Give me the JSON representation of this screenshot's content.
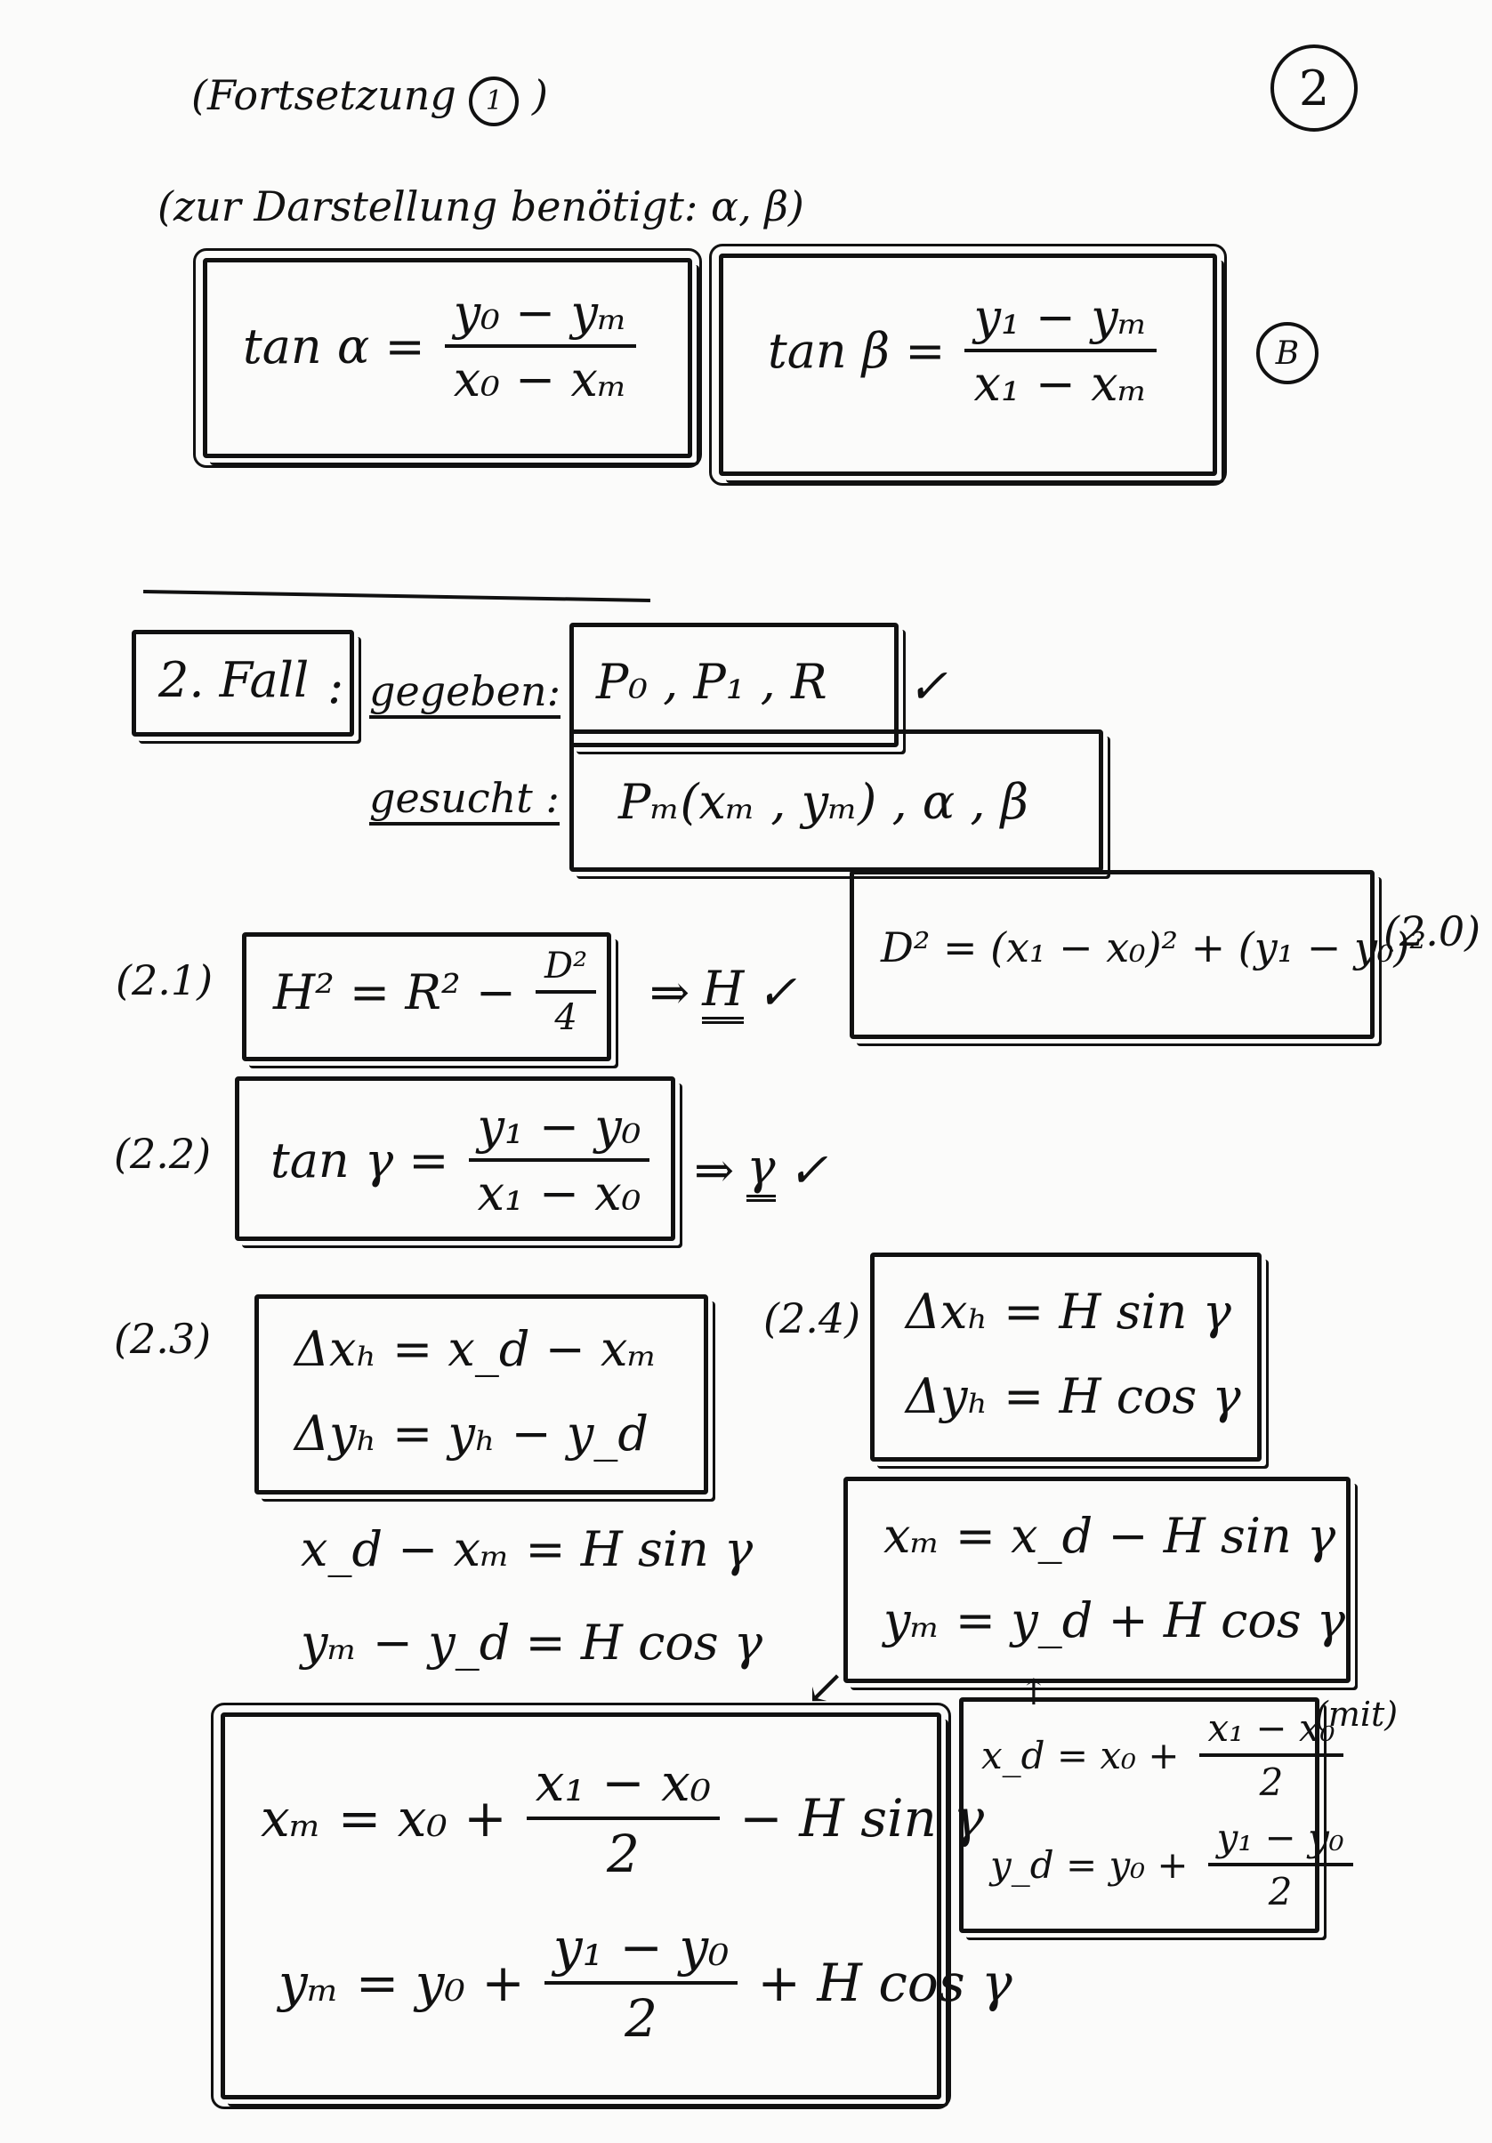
{
  "header": {
    "continuation": "(Fortsetzung",
    "continuation_ref": "1",
    "continuation_close": ")",
    "page_number": "2",
    "note": "(zur Darstellung benötigt: α, β)"
  },
  "eq_B": {
    "tan_alpha_lhs": "tan α =",
    "tan_alpha_num": "y₀ − yₘ",
    "tan_alpha_den": "x₀ − xₘ",
    "tan_beta_lhs": "tan β =",
    "tan_beta_num": "y₁ − yₘ",
    "tan_beta_den": "x₁ − xₘ",
    "label": "B"
  },
  "case2": {
    "title": "2. Fall",
    "colon": ":",
    "given_label": "gegeben:",
    "given": "P₀ , P₁ , R",
    "given_check": "✓",
    "sought_label": "gesucht :",
    "sought": "Pₘ(xₘ , yₘ) , α , β"
  },
  "eq_2_1": {
    "label": "(2.1)",
    "lhs": "H² = R² −",
    "num": "D²",
    "den": "4",
    "result": "⇒",
    "result_var": "H",
    "check": "✓"
  },
  "eq_2_0": {
    "formula": "D² = (x₁ − x₀)² + (y₁ − y₀)²",
    "label": "(2.0)"
  },
  "eq_2_2": {
    "label": "(2.2)",
    "lhs": "tan γ =",
    "num": "y₁ − y₀",
    "den": "x₁ − x₀",
    "result": "⇒",
    "result_var": "γ",
    "check": "✓"
  },
  "eq_2_3": {
    "label": "(2.3)",
    "line1": "Δxₕ = x_d − xₘ",
    "line2": "Δyₕ = yₕ − y_d"
  },
  "eq_2_4": {
    "label": "(2.4)",
    "line1": "Δxₕ = H sin γ",
    "line2": "Δyₕ = H cos γ"
  },
  "derived": {
    "line1": "x_d − xₘ = H sin γ",
    "line2": "yₘ − y_d = H cos γ"
  },
  "solution_box": {
    "line1": "xₘ = x_d − H sin γ",
    "line2": "yₘ = y_d + H cos γ"
  },
  "midpoint": {
    "xd_lhs": "x_d = x₀ +",
    "xd_num": "x₁ − x₀",
    "xd_den": "2",
    "yd_lhs": "y_d = y₀ +",
    "yd_num": "y₁ − y₀",
    "yd_den": "2",
    "note": "(mit)"
  },
  "final": {
    "xm_lhs": "xₘ = x₀ +",
    "xm_num": "x₁ − x₀",
    "xm_den": "2",
    "xm_tail": "− H sin γ",
    "ym_lhs": "yₘ = y₀ +",
    "ym_num": "y₁ − y₀",
    "ym_den": "2",
    "ym_tail": "+ H cos γ"
  },
  "arrows": {
    "down_left": "↙",
    "up": "↑"
  }
}
